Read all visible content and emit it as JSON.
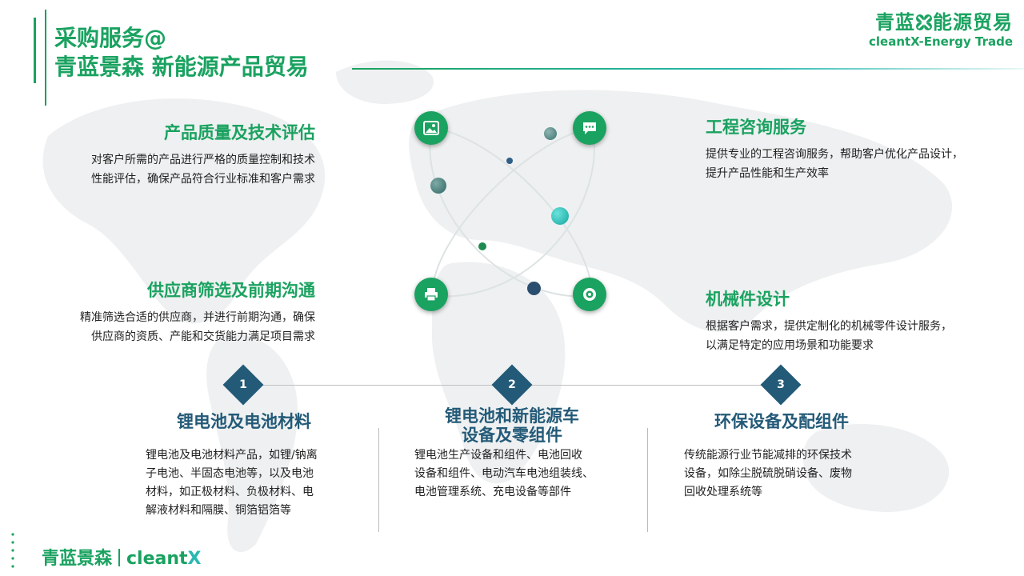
{
  "header": {
    "title_line1": "采购服务@",
    "title_line2": "青蓝景森 新能源产品贸易"
  },
  "brand": {
    "cn_part1": "青蓝",
    "cn_part2": "能源贸易",
    "en": "cleantX-Energy Trade"
  },
  "services": [
    {
      "title": "产品质量及技术评估",
      "text1": "对客户所需的产品进行严格的质量控制和技术",
      "text2": "性能评估，确保产品符合行业标准和客户需求"
    },
    {
      "title": "工程咨询服务",
      "text1": "提供专业的工程咨询服务，帮助客户优化产品设计，",
      "text2": "提升产品性能和生产效率"
    },
    {
      "title": "供应商筛选及前期沟通",
      "text1": "精准筛选合适的供应商，并进行前期沟通，确保",
      "text2": "供应商的资质、产能和交货能力满足项目需求"
    },
    {
      "title": "机械件设计",
      "text1": "根据客户需求，提供定制化的机械零件设计服务，",
      "text2": "以满足特定的应用场景和功能要求"
    }
  ],
  "icons": {
    "top_left": "image-icon",
    "top_right": "chat-icon",
    "bottom_left": "printer-icon",
    "bottom_right": "target-icon"
  },
  "categories": [
    {
      "num": "1",
      "title1": "锂电池及电池材料",
      "title2": "",
      "lines": [
        "锂电池及电池材料产品，如锂/钠离",
        "子电池、半固态电池等，以及电池",
        "材料，如正极材料、负极材料、电",
        "解液材料和隔膜、铜箔铝箔等"
      ]
    },
    {
      "num": "2",
      "title1": "锂电池和新能源车",
      "title2": "设备及零组件",
      "lines": [
        "锂电池生产设备和组件、电池回收",
        "设备和组件、电动汽车电池组装线、",
        "电池管理系统、充电设备等部件"
      ]
    },
    {
      "num": "3",
      "title1": "环保设备及配组件",
      "title2": "",
      "lines": [
        "传统能源行业节能减排的环保技术",
        "设备，如除尘脱硫脱硝设备、废物",
        "回收处理系统等"
      ]
    }
  ],
  "footer": {
    "cn": "青蓝景森",
    "en": "cleant",
    "x": "X"
  },
  "colors": {
    "accent_green": "#1aa260",
    "navy": "#235a78",
    "teal": "#2ab8b0"
  }
}
